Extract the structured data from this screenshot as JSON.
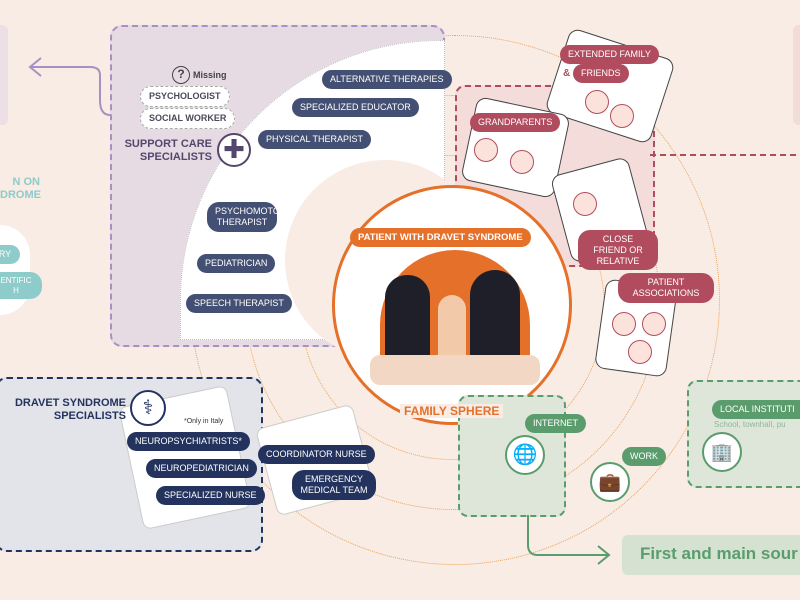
{
  "support_care": {
    "title": "SUPPORT CARE SPECIALISTS",
    "missing_label": "Missing",
    "missing": [
      "PSYCHOLOGIST",
      "SOCIAL WORKER"
    ],
    "roles": [
      "ALTERNATIVE THERAPIES",
      "SPECIALIZED EDUCATOR",
      "PHYSICAL THERAPIST",
      "PSYCHOMOTOR THERAPIST",
      "PEDIATRICIAN",
      "SPEECH THERAPIST"
    ]
  },
  "dravet_specialists": {
    "title": "DRAVET SYNDROME SPECIALISTS",
    "note": "*Only in Italy",
    "roles": [
      "NEUROPSYCHIATRISTS*",
      "NEUROPEDIATRICIAN",
      "SPECIALIZED NURSE"
    ],
    "extra": [
      "COORDINATOR NURSE",
      "EMERGENCY MEDICAL TEAM"
    ]
  },
  "center": {
    "title": "PATIENT WITH DRAVET SYNDROME",
    "sphere": "FAMILY SPHERE"
  },
  "family": {
    "labels": [
      "EXTENDED FAMILY",
      "&",
      "FRIENDS",
      "GRANDPARENTS",
      "CLOSE FRIEND OR RELATIVE",
      "PATIENT ASSOCIATIONS"
    ]
  },
  "left_info": {
    "title_lines": [
      "N ON",
      "DROME"
    ],
    "pills": [
      "RY",
      "ENTIFIC H"
    ]
  },
  "green": {
    "internet": "INTERNET",
    "work": "WORK",
    "local": "LOCAL INSTITUTI",
    "local_sub": "School, townhall, pu",
    "footer": "First and main sour"
  },
  "colors": {
    "purple_box": "#e6dbe3",
    "navy": "#445073",
    "red": "#b14c5f",
    "green": "#5b9c6d",
    "orange": "#e5702a",
    "bg": "#f8ece4"
  }
}
